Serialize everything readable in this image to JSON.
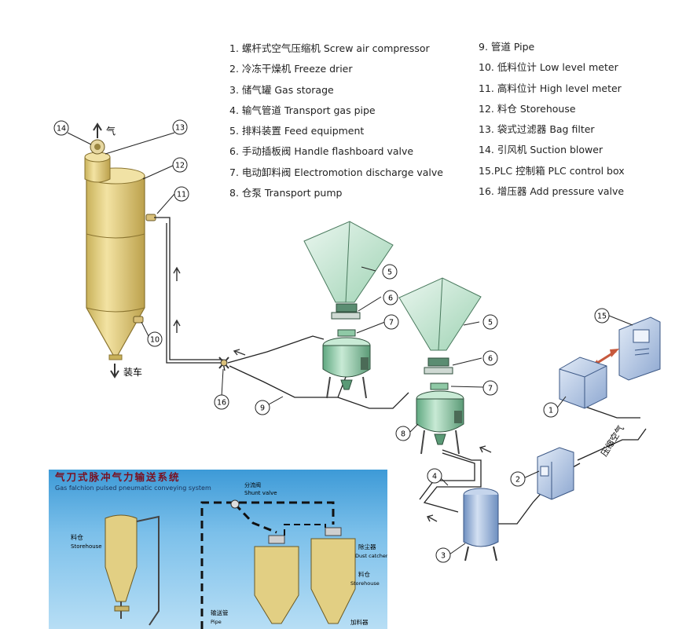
{
  "legend": {
    "left": [
      "1. 螺杆式空气压缩机 Screw air compressor",
      "2. 冷冻干燥机 Freeze drier",
      "3. 储气罐 Gas storage",
      "4. 输气管道 Transport gas pipe",
      "5. 排料装置 Feed equipment",
      "6. 手动插板阀 Handle flashboard valve",
      "7. 电动卸料阀 Electromotion discharge valve",
      "8. 仓泵 Transport pump"
    ],
    "right": [
      "9. 管道 Pipe",
      "10. 低料位计 Low level meter",
      "11. 高料位计 High level meter",
      "12. 料仓 Storehouse",
      "13. 袋式过滤器 Bag filter",
      "14. 引风机 Suction blower",
      "15.PLC 控制箱 PLC control box",
      "16. 增压器 Add pressure valve"
    ]
  },
  "diagram": {
    "exhaust_label": "气",
    "loading_label": "装车",
    "compressed_air_label": "压缩空气",
    "callouts": [
      "14",
      "13",
      "12",
      "11",
      "10",
      "16",
      "9",
      "5",
      "6",
      "7",
      "5",
      "6",
      "7",
      "8",
      "15",
      "1",
      "2",
      "4",
      "3"
    ]
  },
  "inset": {
    "title_cn": "气刀式脉冲气力输送系统",
    "title_en": "Gas falchion pulsed pneumatic conveying system",
    "shunt_cn": "分流阀",
    "shunt_en": "Shunt valve",
    "storehouse_cn": "料仓",
    "storehouse_en": "Storehouse",
    "dust_cn": "除尘器",
    "dust_en": "Dust catcher",
    "storehouse2_cn": "料仓",
    "storehouse2_en": "Storehouse",
    "pipe_cn": "输送管",
    "pipe_en": "Pipe",
    "feeder_cn": "加料器"
  },
  "colors": {
    "silo": "#e8d48a",
    "hopper": "#bfe3cf",
    "pump": "#8fc9a6",
    "tank": "#9cb8dc",
    "pipe": "#222222"
  }
}
